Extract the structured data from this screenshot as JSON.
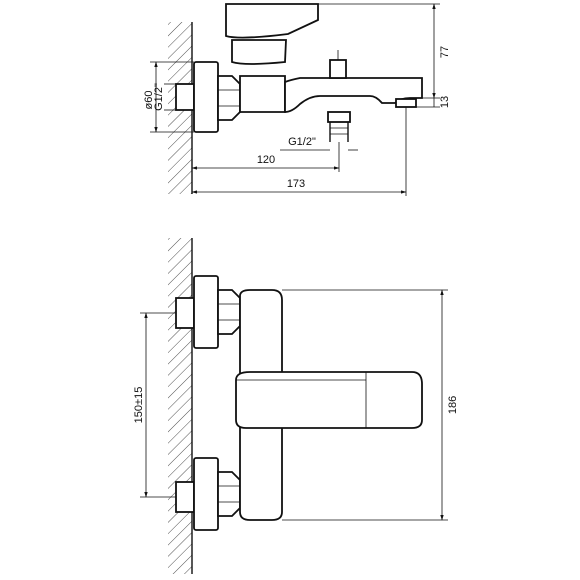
{
  "dimensions": {
    "height_top": "77",
    "inlet_top": "13",
    "flange_dia": "ø60",
    "thread_left": "G1/2\"",
    "thread_bottom": "G1/2\"",
    "reach_120": "120",
    "reach_173": "173",
    "centers": "150±15",
    "height_186": "186"
  },
  "colors": {
    "line": "#111111",
    "background": "#ffffff"
  }
}
